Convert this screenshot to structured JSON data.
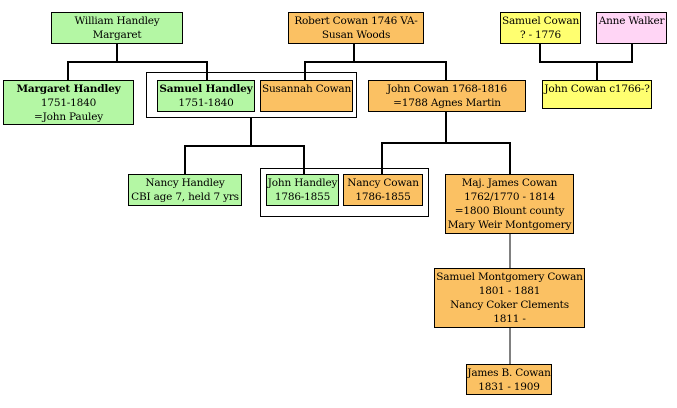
{
  "people": {
    "william_margaret": {
      "lines": [
        "William Handley",
        "Margaret"
      ],
      "color": "green"
    },
    "robert_susan": {
      "lines": [
        "Robert Cowan 1746 VA-",
        "Susan Woods"
      ],
      "color": "orange"
    },
    "samuel_cowan_sr": {
      "lines": [
        "Samuel Cowan",
        "? - 1776"
      ],
      "color": "yellow"
    },
    "anne_walker": {
      "lines": [
        "Anne Walker"
      ],
      "color": "pink"
    },
    "margaret_handley": {
      "lines": [
        "Margaret Handley",
        "1751-1840",
        "=John Pauley"
      ],
      "color": "green",
      "bold_first": true
    },
    "samuel_handley": {
      "lines": [
        "Samuel Handley",
        "1751-1840"
      ],
      "color": "green",
      "bold_first": true
    },
    "susannah_cowan": {
      "lines": [
        "Susannah Cowan"
      ],
      "color": "orange"
    },
    "john_cowan_1768": {
      "lines": [
        "John Cowan 1768-1816",
        "=1788 Agnes Martin"
      ],
      "color": "orange"
    },
    "john_cowan_1766": {
      "lines": [
        "John Cowan c1766-?"
      ],
      "color": "yellow"
    },
    "nancy_handley": {
      "lines": [
        "Nancy Handley",
        "CBI age 7, held 7 yrs"
      ],
      "color": "green"
    },
    "john_handley": {
      "lines": [
        "John Handley",
        "1786-1855"
      ],
      "color": "green"
    },
    "nancy_cowan": {
      "lines": [
        "Nancy Cowan",
        "1786-1855"
      ],
      "color": "orange"
    },
    "james_cowan": {
      "lines": [
        "Maj. James Cowan",
        "1762/1770 - 1814",
        "=1800 Blount county",
        "Mary Weir Montgomery"
      ],
      "color": "orange"
    },
    "samuel_m_cowan": {
      "lines": [
        "Samuel Montgomery Cowan",
        "1801 - 1881",
        "Nancy Coker Clements",
        "1811 -"
      ],
      "color": "orange"
    },
    "james_b_cowan": {
      "lines": [
        "James B. Cowan",
        "1831 - 1909"
      ],
      "color": "orange"
    }
  },
  "colors": {
    "green": "#b4f7a4",
    "orange": "#fbc163",
    "yellow": "#ffff70",
    "pink": "#ffd5f5",
    "line": "#000000"
  }
}
